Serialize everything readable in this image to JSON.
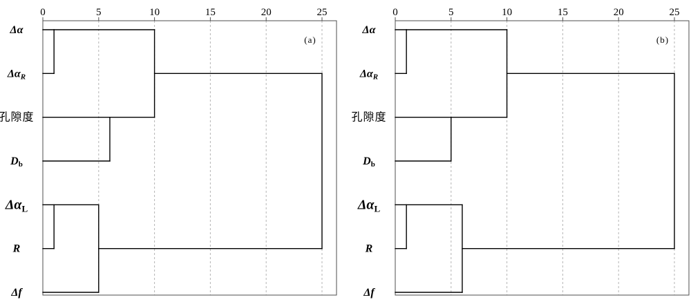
{
  "chart_data": [
    {
      "type": "dendrogram",
      "orientation": "horizontal",
      "panel_label": "(a)",
      "axis_position": "top",
      "xlim": [
        0,
        26.3
      ],
      "xticks": [
        0,
        5,
        10,
        15,
        20,
        25
      ],
      "grid": true,
      "tree": {
        "distance": 25,
        "children": [
          {
            "distance": 10,
            "children": [
              {
                "distance": 1,
                "children": [
                  {
                    "label": "Δα"
                  },
                  {
                    "label": "Δα",
                    "sub": "R"
                  }
                ]
              },
              {
                "distance": 6,
                "children": [
                  {
                    "label": "孔隙度"
                  },
                  {
                    "label": "D",
                    "sub": "b"
                  }
                ]
              }
            ]
          },
          {
            "distance": 5,
            "children": [
              {
                "distance": 1,
                "children": [
                  {
                    "label": "Δα",
                    "sub": "L"
                  },
                  {
                    "label": "R"
                  }
                ]
              },
              {
                "label": "Δf"
              }
            ]
          }
        ]
      }
    },
    {
      "type": "dendrogram",
      "orientation": "horizontal",
      "panel_label": "(b)",
      "axis_position": "top",
      "xlim": [
        0,
        26.3
      ],
      "xticks": [
        0,
        5,
        10,
        15,
        20,
        25
      ],
      "grid": true,
      "tree": {
        "distance": 25,
        "children": [
          {
            "distance": 10,
            "children": [
              {
                "distance": 1,
                "children": [
                  {
                    "label": "Δα"
                  },
                  {
                    "label": "Δα",
                    "sub": "R"
                  }
                ]
              },
              {
                "distance": 5,
                "children": [
                  {
                    "label": "孔隙度"
                  },
                  {
                    "label": "D",
                    "sub": "b"
                  }
                ]
              }
            ]
          },
          {
            "distance": 6,
            "children": [
              {
                "distance": 1,
                "children": [
                  {
                    "label": "Δα",
                    "sub": "L"
                  },
                  {
                    "label": "R"
                  }
                ]
              },
              {
                "label": "Δf"
              }
            ]
          }
        ]
      }
    }
  ],
  "colors": {
    "line": "#000000",
    "frame": "#4d4d4d",
    "grid": "#b4b4b4",
    "background": "#ffffff"
  }
}
